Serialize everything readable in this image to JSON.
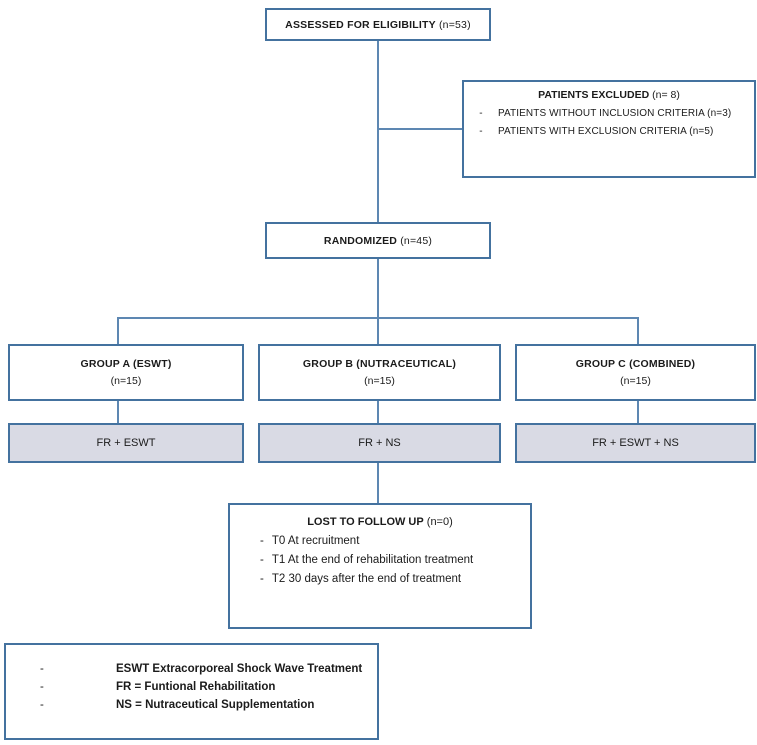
{
  "meta": {
    "bullet": "-"
  },
  "colors": {
    "border": "#44729f",
    "line": "#5d87b2",
    "gray_fill": "#d9dae4",
    "text": "#1b1b1b",
    "background": "#ffffff"
  },
  "boxes": {
    "assessed": {
      "label_bold": "ASSESSED FOR ELIGIBILITY",
      "label_normal": "(n=53)"
    },
    "excluded": {
      "label_bold": "PATIENTS EXCLUDED",
      "label_normal": "(n= 8)",
      "items": [
        "PATIENTS WITHOUT INCLUSION CRITERIA (n=3)",
        "PATIENTS WITH EXCLUSION CRITERIA (n=5)"
      ]
    },
    "randomized": {
      "label_bold": "RANDOMIZED",
      "label_normal": "(n=45)"
    },
    "groups": [
      {
        "label_bold": "GROUP A (ESWT)",
        "label_normal": "(n=15)",
        "treatment": "FR + ESWT"
      },
      {
        "label_bold": "GROUP B (NUTRACEUTICAL)",
        "label_normal": "(n=15)",
        "treatment": "FR + NS"
      },
      {
        "label_bold": "GROUP C (COMBINED)",
        "label_normal": "(n=15)",
        "treatment": "FR + ESWT + NS"
      }
    ],
    "lost": {
      "label_bold": "LOST TO FOLLOW UP",
      "label_normal": "(n=0)",
      "items": [
        "T0 At recruitment",
        "T1 At the end of rehabilitation treatment",
        "T2 30 days after the end of treatment"
      ]
    },
    "legend": {
      "items": [
        "ESWT Extracorporeal Shock Wave Treatment",
        "FR = Funtional Rehabilitation",
        "NS = Nutraceutical Supplementation"
      ]
    }
  }
}
